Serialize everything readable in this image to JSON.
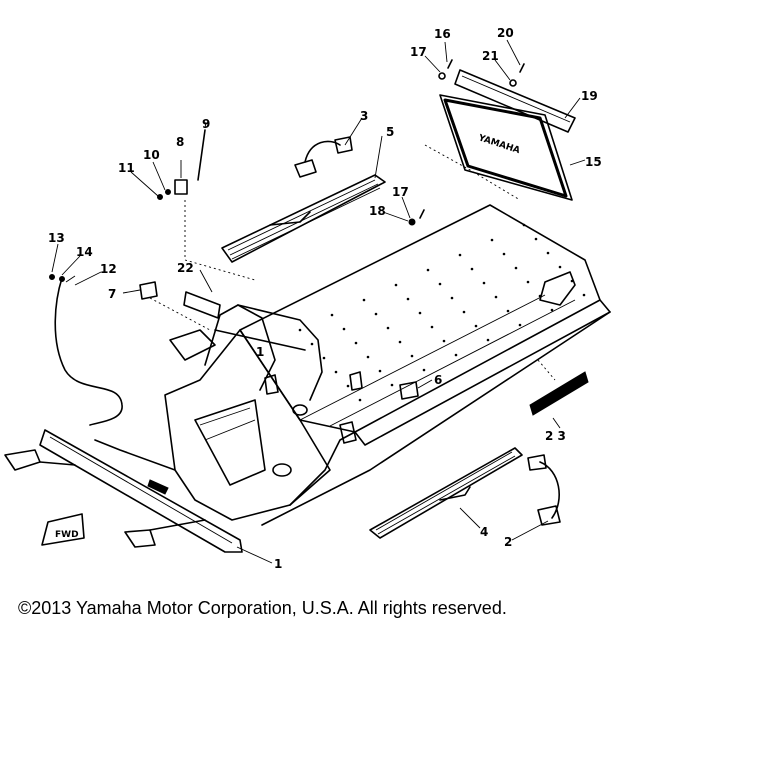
{
  "diagram": {
    "callouts": [
      {
        "id": "c1",
        "text": "1"
      },
      {
        "id": "c1b",
        "text": "1"
      },
      {
        "id": "c2",
        "text": "2"
      },
      {
        "id": "c3",
        "text": "3"
      },
      {
        "id": "c4",
        "text": "4"
      },
      {
        "id": "c5",
        "text": "5"
      },
      {
        "id": "c6",
        "text": "6"
      },
      {
        "id": "c7",
        "text": "7"
      },
      {
        "id": "c8",
        "text": "8"
      },
      {
        "id": "c9",
        "text": "9"
      },
      {
        "id": "c10",
        "text": "10"
      },
      {
        "id": "c11",
        "text": "11"
      },
      {
        "id": "c12",
        "text": "12"
      },
      {
        "id": "c13",
        "text": "13"
      },
      {
        "id": "c14",
        "text": "14"
      },
      {
        "id": "c15",
        "text": "15"
      },
      {
        "id": "c16",
        "text": "16"
      },
      {
        "id": "c17",
        "text": "17"
      },
      {
        "id": "c17b",
        "text": "17"
      },
      {
        "id": "c18",
        "text": "18"
      },
      {
        "id": "c19",
        "text": "19"
      },
      {
        "id": "c20",
        "text": "20"
      },
      {
        "id": "c21",
        "text": "21"
      },
      {
        "id": "c22",
        "text": "22"
      },
      {
        "id": "c23",
        "text": "2 3"
      }
    ],
    "fwd_label": "FWD",
    "emblem_text": "YAMAHA"
  },
  "footer": {
    "copyright": "©2013 Yamaha Motor Corporation, U.S.A. All rights reserved."
  }
}
